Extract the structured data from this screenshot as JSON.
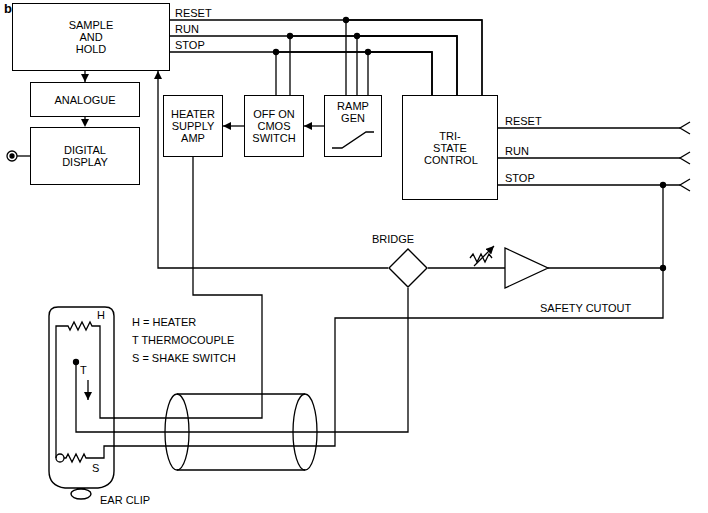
{
  "diagram": {
    "nodes": [
      {
        "text": [
          "SAMPLE AND HOLD"
        ]
      },
      {
        "text": [
          "ANALOGUE"
        ]
      },
      {
        "text": [
          "DIGITAL DISPLAY"
        ]
      },
      {
        "text": [
          "HEATER SUPPLY AMP"
        ]
      },
      {
        "text": [
          "OFF ON CMOS SWITCH"
        ]
      },
      {
        "text": [
          "RAMP GEN"
        ]
      },
      {
        "text": [
          "TRI-STATE CONTROL"
        ]
      },
      {
        "text": [
          "BRIDGE"
        ]
      },
      {
        "text": [
          "EAR CLIP"
        ]
      }
    ],
    "edges": [
      {
        "from": 0,
        "to": 1,
        "arrow": "to"
      },
      {
        "from": 1,
        "to": 2,
        "arrow": "to"
      },
      {
        "from": 5,
        "to": 4,
        "arrow": "to"
      },
      {
        "from": 4,
        "to": 3,
        "arrow": "to"
      },
      {
        "from": 7,
        "to": 0,
        "arrow": "to"
      },
      {
        "from": 0,
        "to": 6,
        "label": "RESET",
        "arrow": "none"
      },
      {
        "from": 0,
        "to": 6,
        "label": "RUN",
        "arrow": "none"
      },
      {
        "from": 0,
        "to": 6,
        "label": "STOP",
        "arrow": "none"
      },
      {
        "from": 5,
        "to": 6,
        "arrow": "none"
      },
      {
        "from": 5,
        "to": 6,
        "arrow": "none"
      },
      {
        "from": 5,
        "to": 6,
        "arrow": "none"
      },
      {
        "from": 4,
        "to": 6,
        "arrow": "none"
      },
      {
        "from": 4,
        "to": 6,
        "arrow": "none"
      },
      {
        "from": 3,
        "to": 8,
        "arrow": "none"
      },
      {
        "from": 7,
        "to": 8,
        "arrow": "none"
      }
    ],
    "labels": [
      "b",
      "RESET",
      "RUN",
      "STOP",
      "SAFETY CUTOUT",
      "H = HEATER",
      "T THERMOCOUPLE",
      "S = SHAKE SWITCH",
      "H",
      "T",
      "S"
    ]
  }
}
